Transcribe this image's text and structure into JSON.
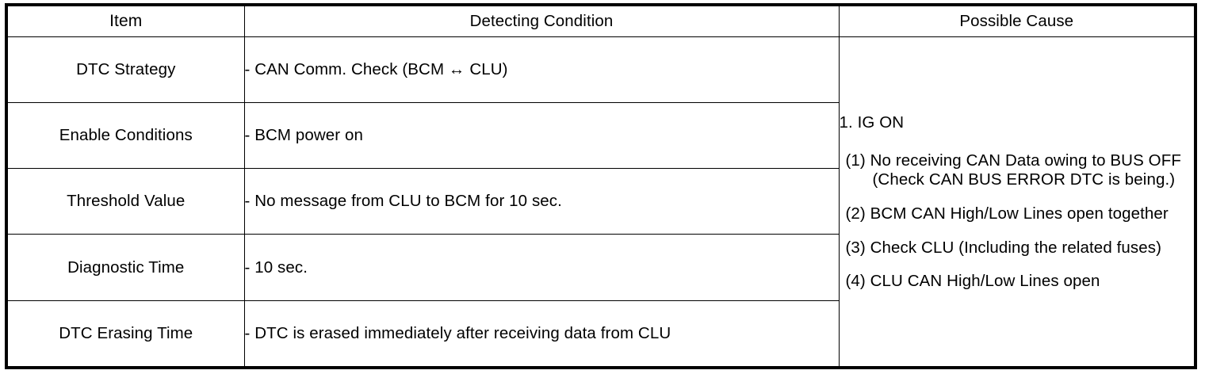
{
  "table": {
    "headers": {
      "item": "Item",
      "detecting_condition": "Detecting Condition",
      "possible_cause": "Possible Cause"
    },
    "rows": [
      {
        "item": "DTC Strategy",
        "condition": "- CAN Comm. Check (BCM ↔ CLU)"
      },
      {
        "item": "Enable Conditions",
        "condition": "- BCM power on"
      },
      {
        "item": "Threshold Value",
        "condition": "- No message from CLU to BCM for 10 sec."
      },
      {
        "item": "Diagnostic Time",
        "condition": "- 10 sec."
      },
      {
        "item": "DTC Erasing Time",
        "condition": "- DTC is erased immediately after receiving data from CLU"
      }
    ],
    "possible_cause": {
      "heading": "1. IG ON",
      "items": [
        "(1) No receiving CAN Data owing to BUS OFF (Check CAN BUS ERROR DTC is being.)",
        "(2) BCM CAN High/Low Lines open together",
        "(3) Check CLU (Including the related fuses)",
        "(4) CLU CAN High/Low Lines open"
      ]
    }
  },
  "colors": {
    "border": "#000000",
    "text": "#000000",
    "background": "#ffffff"
  }
}
